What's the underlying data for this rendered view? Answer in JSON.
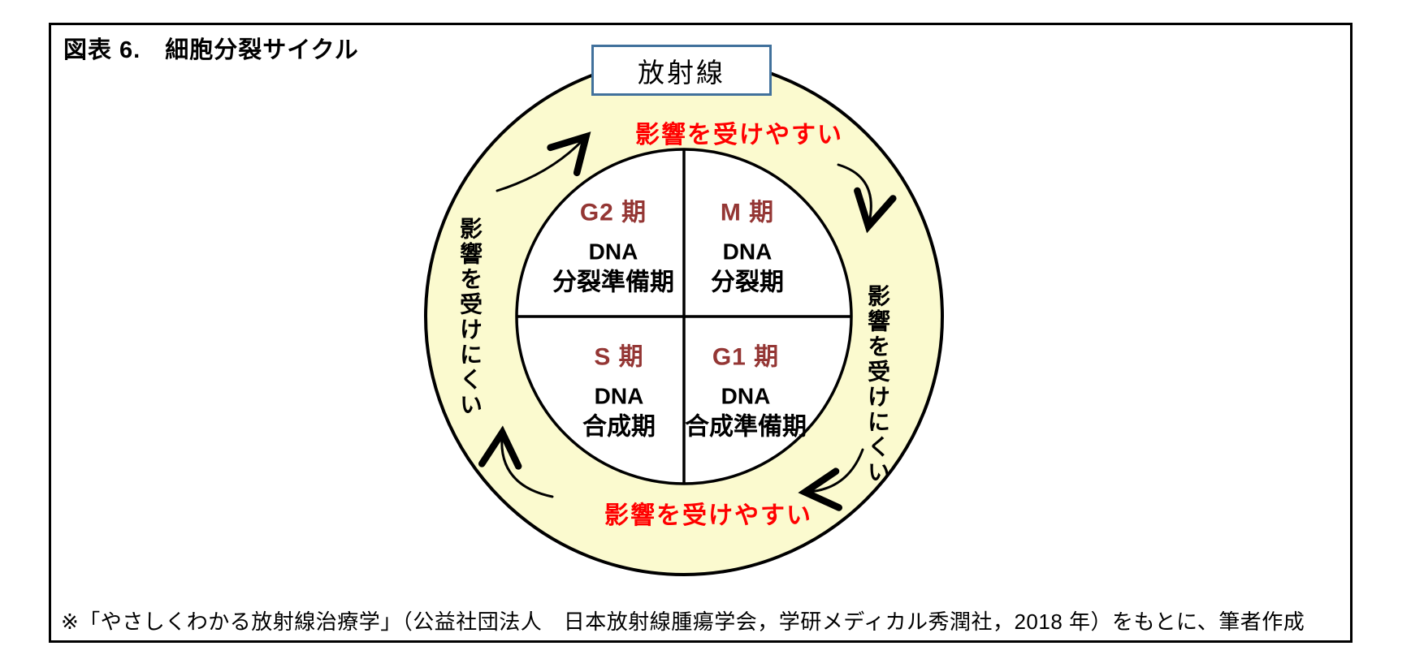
{
  "figure": {
    "title": "図表 6.　細胞分裂サイクル",
    "footnote": "※「やさしくわかる放射線治療学」（公益社団法人　日本放射線腫瘍学会，学研メディカル秀潤社，2018 年）をもとに、筆者作成"
  },
  "diagram": {
    "radiation_label": "放射線",
    "top_sensitive_label": "影響を受けやすい",
    "bottom_sensitive_label": "影響を受けやすい",
    "left_resistant_label": "影響を受けにくい",
    "right_resistant_label": "影響を受けにくい",
    "cycle_direction": "clockwise",
    "quadrants": [
      {
        "position": "top-left",
        "phase": "G2 期",
        "line1": "DNA",
        "line2": "分裂準備期"
      },
      {
        "position": "top-right",
        "phase": "M 期",
        "line1": "DNA",
        "line2": "分裂期"
      },
      {
        "position": "bottom-left",
        "phase": "S 期",
        "line1": "DNA",
        "line2": "合成期"
      },
      {
        "position": "bottom-right",
        "phase": "G1 期",
        "line1": "DNA",
        "line2": "合成準備期"
      }
    ],
    "colors": {
      "ring_fill": "#FBFACF",
      "outline": "#000000",
      "radiation_border": "#41719C",
      "sensitive_text": "#FF0000",
      "phase_text": "#943634",
      "body_text": "#000000",
      "background": "#FFFFFF"
    }
  }
}
